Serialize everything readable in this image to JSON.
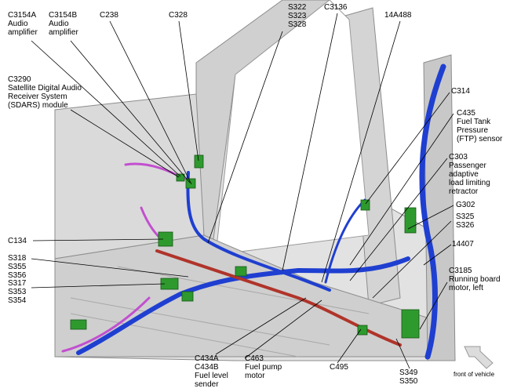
{
  "callouts": {
    "c3154a": [
      "C3154A",
      "Audio",
      "amplifier"
    ],
    "c3154b": [
      "C3154B",
      "Audio",
      "amplifier"
    ],
    "c238": [
      "C238"
    ],
    "c328": [
      "C328"
    ],
    "s322": [
      "S322",
      "S323",
      "S328"
    ],
    "c3136": [
      "C3136"
    ],
    "n14a488": [
      "14A488"
    ],
    "c3290": [
      "C3290",
      "Satellite Digital Audio",
      "Receiver System",
      "(SDARS) module"
    ],
    "c314": [
      "C314"
    ],
    "c435": [
      "C435",
      "Fuel Tank",
      "Pressure",
      "(FTP) sensor"
    ],
    "c303": [
      "C303",
      "Passenger",
      "adaptive",
      "load limiting",
      "retractor"
    ],
    "g302": [
      "G302"
    ],
    "s325": [
      "S325",
      "S326"
    ],
    "c134": [
      "C134"
    ],
    "n14407": [
      "14407"
    ],
    "s318": [
      "S318",
      "S355",
      "S356"
    ],
    "c3185": [
      "C3185",
      "Running board",
      "motor, left"
    ],
    "s317": [
      "S317",
      "S353",
      "S354"
    ],
    "c434a": [
      "C434A",
      "C434B",
      "Fuel level",
      "sender"
    ],
    "c463": [
      "C463",
      "Fuel pump",
      "motor"
    ],
    "c495": [
      "C495"
    ],
    "s349": [
      "S349",
      "S350"
    ]
  },
  "orientation_label": "front of vehicle",
  "colors": {
    "harness_blue": "#1f3fd1",
    "harness_red": "#b0342a",
    "harness_magenta": "#c24fcf",
    "connector_green": "#2e9a2e",
    "body_gray": "#d6d6d6"
  }
}
